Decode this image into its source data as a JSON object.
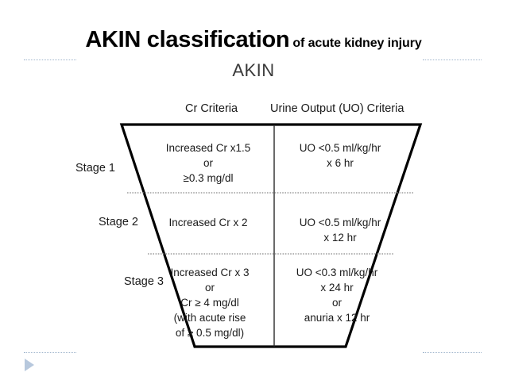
{
  "slide": {
    "title_main": "AKIN classification",
    "title_sub": "of acute kidney injury"
  },
  "diagram": {
    "title": "AKIN",
    "columns": [
      {
        "key": "cr",
        "header": "Cr Criteria"
      },
      {
        "key": "uo",
        "header": "Urine Output (UO) Criteria"
      }
    ],
    "rows": [
      {
        "stage_label": "Stage 1",
        "cr": "Increased Cr x1.5\nor\n≥0.3 mg/dl",
        "uo": "UO <0.5 ml/kg/hr\nx 6 hr"
      },
      {
        "stage_label": "Stage 2",
        "cr": "Increased Cr x 2",
        "uo": "UO <0.5 ml/kg/hr\nx 12 hr"
      },
      {
        "stage_label": "Stage 3",
        "cr": "Increased Cr x 3\nor\nCr ≥ 4 mg/dl\n(with acute rise\nof ≥ 0.5 mg/dl)",
        "uo": "UO <0.3 ml/kg/hr\nx 24 hr\nor\nanuria x 12 hr"
      }
    ]
  },
  "decor": {
    "play_icon": "play-triangle-icon",
    "accent_color": "#b7c8dd",
    "rule_color": "#9fb4cc",
    "outline_color": "#000000"
  }
}
